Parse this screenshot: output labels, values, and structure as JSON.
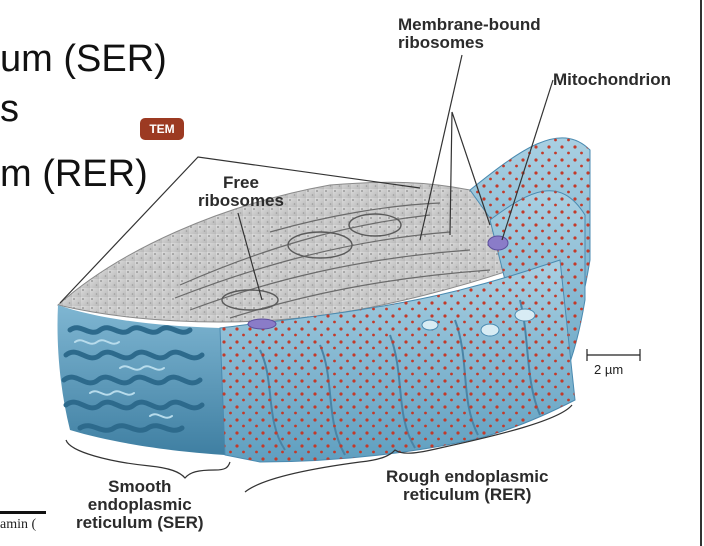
{
  "slide_text": {
    "line1": "um (SER)",
    "line2": "s",
    "line3": "m (RER)"
  },
  "badge": "TEM",
  "labels": {
    "membrane_bound_ribosomes": [
      "Membrane-bound",
      "ribosomes"
    ],
    "mitochondrion": "Mitochondrion",
    "free_ribosomes": [
      "Free",
      "ribosomes"
    ],
    "smooth_er": [
      "Smooth",
      "endoplasmic",
      "reticulum (SER)"
    ],
    "rough_er": [
      "Rough endoplasmic",
      "reticulum (RER)"
    ]
  },
  "scale_bar": "2 µm",
  "footer_text": "amin (",
  "colors": {
    "badge": "#9c3a22",
    "ser_tubules": "#5a9cc0",
    "rer_sheets": "#8fc0d8",
    "ribosome_dots": "#c23a2a",
    "mitochondrion": "#8a7cc8"
  }
}
